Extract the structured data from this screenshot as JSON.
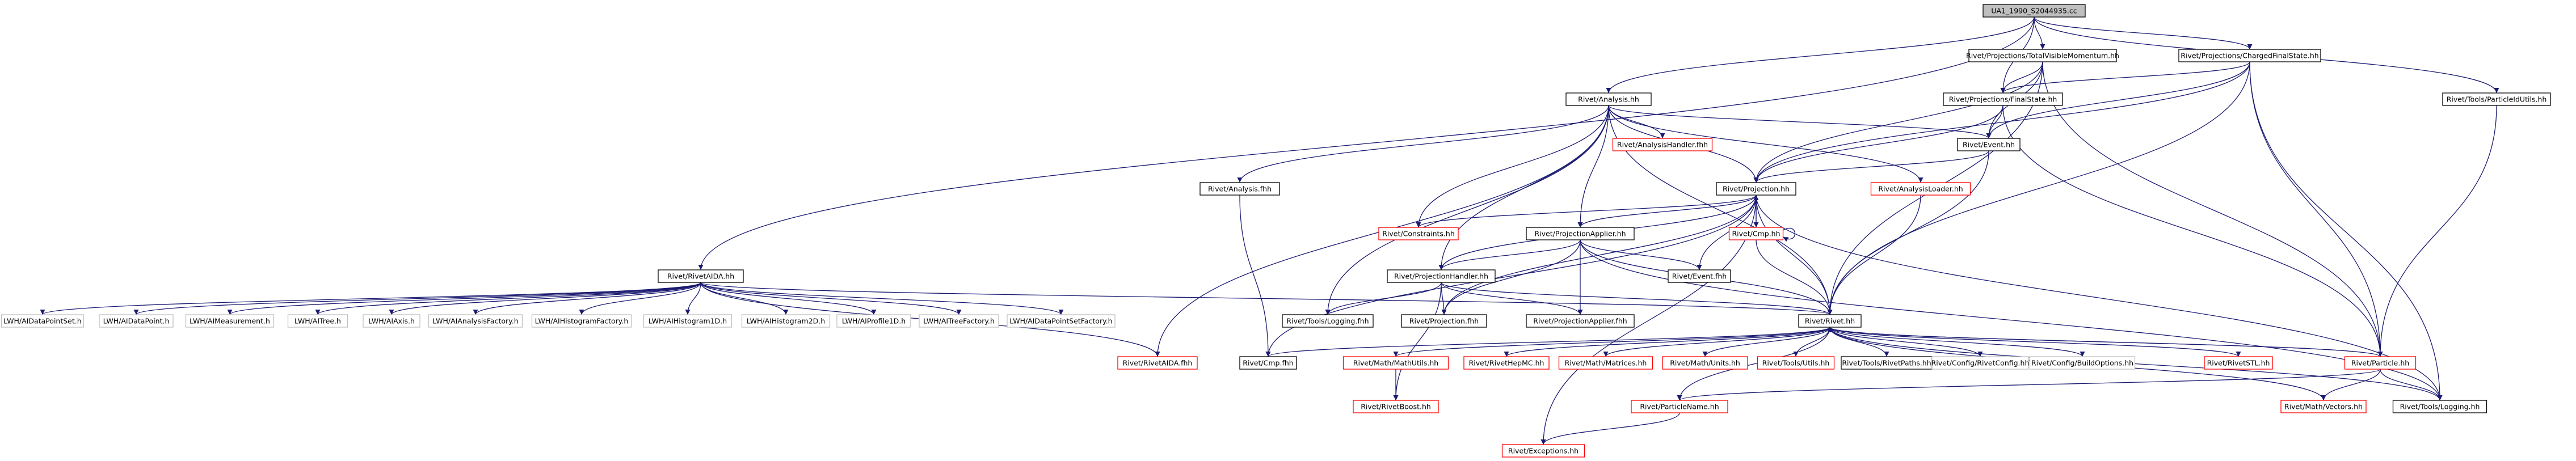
{
  "diagram": {
    "type": "include-dependency-graph",
    "colors": {
      "edge": "#191970",
      "root_fill": "#bfbfbf",
      "documented_border": "#000000",
      "undocumented_border": "#ff0000",
      "external_border": "#bfbfbf"
    },
    "nodes": [
      {
        "id": "root",
        "label": "UA1_1990_S2044935.cc",
        "kind": "root"
      },
      {
        "id": "tvm",
        "label": "Rivet/Projections/TotalVisibleMomentum.hh",
        "kind": "ok"
      },
      {
        "id": "cfs",
        "label": "Rivet/Projections/ChargedFinalState.hh",
        "kind": "ok"
      },
      {
        "id": "analysis",
        "label": "Rivet/Analysis.hh",
        "kind": "ok"
      },
      {
        "id": "fs",
        "label": "Rivet/Projections/FinalState.hh",
        "kind": "ok"
      },
      {
        "id": "pidutils",
        "label": "Rivet/Tools/ParticleIdUtils.hh",
        "kind": "ok"
      },
      {
        "id": "ahandler",
        "label": "Rivet/AnalysisHandler.fhh",
        "kind": "bad"
      },
      {
        "id": "event",
        "label": "Rivet/Event.hh",
        "kind": "ok"
      },
      {
        "id": "afhh",
        "label": "Rivet/Analysis.fhh",
        "kind": "ok"
      },
      {
        "id": "proj",
        "label": "Rivet/Projection.hh",
        "kind": "ok"
      },
      {
        "id": "aloader",
        "label": "Rivet/AnalysisLoader.hh",
        "kind": "bad"
      },
      {
        "id": "constraints",
        "label": "Rivet/Constraints.hh",
        "kind": "bad"
      },
      {
        "id": "papplier",
        "label": "Rivet/ProjectionApplier.hh",
        "kind": "ok"
      },
      {
        "id": "cmphh",
        "label": "Rivet/Cmp.hh",
        "kind": "bad"
      },
      {
        "id": "raida",
        "label": "Rivet/RivetAIDA.hh",
        "kind": "ok"
      },
      {
        "id": "phandler",
        "label": "Rivet/ProjectionHandler.hh",
        "kind": "ok"
      },
      {
        "id": "eventfhh",
        "label": "Rivet/Event.fhh",
        "kind": "ok"
      },
      {
        "id": "logfhh",
        "label": "Rivet/Tools/Logging.fhh",
        "kind": "ok"
      },
      {
        "id": "projfhh",
        "label": "Rivet/Projection.fhh",
        "kind": "ok"
      },
      {
        "id": "pappfhh",
        "label": "Rivet/ProjectionApplier.fhh",
        "kind": "ok"
      },
      {
        "id": "rivethh",
        "label": "Rivet/Rivet.hh",
        "kind": "ok"
      },
      {
        "id": "raidafhh",
        "label": "Rivet/RivetAIDA.fhh",
        "kind": "bad"
      },
      {
        "id": "cmpfhh",
        "label": "Rivet/Cmp.fhh",
        "kind": "ok"
      },
      {
        "id": "mathutils",
        "label": "Rivet/Math/MathUtils.hh",
        "kind": "bad"
      },
      {
        "id": "hepmc",
        "label": "Rivet/RivetHepMC.hh",
        "kind": "bad"
      },
      {
        "id": "matrices",
        "label": "Rivet/Math/Matrices.hh",
        "kind": "bad"
      },
      {
        "id": "units",
        "label": "Rivet/Math/Units.hh",
        "kind": "bad"
      },
      {
        "id": "utils",
        "label": "Rivet/Tools/Utils.hh",
        "kind": "bad"
      },
      {
        "id": "paths",
        "label": "Rivet/Tools/RivetPaths.hh",
        "kind": "ok"
      },
      {
        "id": "rconfig",
        "label": "Rivet/Config/RivetConfig.hh",
        "kind": "ext"
      },
      {
        "id": "boptions",
        "label": "Rivet/Config/BuildOptions.hh",
        "kind": "ext"
      },
      {
        "id": "rstl",
        "label": "Rivet/RivetSTL.hh",
        "kind": "bad"
      },
      {
        "id": "particle",
        "label": "Rivet/Particle.hh",
        "kind": "bad"
      },
      {
        "id": "rboost",
        "label": "Rivet/RivetBoost.hh",
        "kind": "bad"
      },
      {
        "id": "pname",
        "label": "Rivet/ParticleName.hh",
        "kind": "bad"
      },
      {
        "id": "vectors",
        "label": "Rivet/Math/Vectors.hh",
        "kind": "bad"
      },
      {
        "id": "logging",
        "label": "Rivet/Tools/Logging.hh",
        "kind": "ok"
      },
      {
        "id": "exceptions",
        "label": "Rivet/Exceptions.hh",
        "kind": "bad"
      },
      {
        "id": "lw_dps",
        "label": "LWH/AIDataPointSet.h",
        "kind": "ext"
      },
      {
        "id": "lw_dp",
        "label": "LWH/AIDataPoint.h",
        "kind": "ext"
      },
      {
        "id": "lw_meas",
        "label": "LWH/AIMeasurement.h",
        "kind": "ext"
      },
      {
        "id": "lw_tree",
        "label": "LWH/AITree.h",
        "kind": "ext"
      },
      {
        "id": "lw_axis",
        "label": "LWH/AIAxis.h",
        "kind": "ext"
      },
      {
        "id": "lw_af",
        "label": "LWH/AIAnalysisFactory.h",
        "kind": "ext"
      },
      {
        "id": "lw_hf",
        "label": "LWH/AIHistogramFactory.h",
        "kind": "ext"
      },
      {
        "id": "lw_h1",
        "label": "LWH/AIHistogram1D.h",
        "kind": "ext"
      },
      {
        "id": "lw_h2",
        "label": "LWH/AIHistogram2D.h",
        "kind": "ext"
      },
      {
        "id": "lw_p1",
        "label": "LWH/AIProfile1D.h",
        "kind": "ext"
      },
      {
        "id": "lw_tf",
        "label": "LWH/AITreeFactory.h",
        "kind": "ext"
      },
      {
        "id": "lw_dpsf",
        "label": "LWH/AIDataPointSetFactory.h",
        "kind": "ext"
      }
    ],
    "edges": [
      [
        "root",
        "tvm"
      ],
      [
        "root",
        "cfs"
      ],
      [
        "root",
        "analysis"
      ],
      [
        "root",
        "raida"
      ],
      [
        "root",
        "fs"
      ],
      [
        "root",
        "pidutils"
      ],
      [
        "tvm",
        "fs"
      ],
      [
        "tvm",
        "event"
      ],
      [
        "tvm",
        "proj"
      ],
      [
        "tvm",
        "particle"
      ],
      [
        "tvm",
        "rivethh"
      ],
      [
        "cfs",
        "fs"
      ],
      [
        "cfs",
        "event"
      ],
      [
        "cfs",
        "proj"
      ],
      [
        "cfs",
        "particle"
      ],
      [
        "cfs",
        "rivethh"
      ],
      [
        "cfs",
        "logging"
      ],
      [
        "fs",
        "event"
      ],
      [
        "fs",
        "proj"
      ],
      [
        "fs",
        "particle"
      ],
      [
        "pidutils",
        "particle"
      ],
      [
        "analysis",
        "ahandler"
      ],
      [
        "analysis",
        "event"
      ],
      [
        "analysis",
        "afhh"
      ],
      [
        "analysis",
        "proj"
      ],
      [
        "analysis",
        "aloader"
      ],
      [
        "analysis",
        "constraints"
      ],
      [
        "analysis",
        "papplier"
      ],
      [
        "analysis",
        "phandler"
      ],
      [
        "analysis",
        "logfhh"
      ],
      [
        "analysis",
        "raidafhh"
      ],
      [
        "analysis",
        "rivethh"
      ],
      [
        "event",
        "proj"
      ],
      [
        "event",
        "rivethh"
      ],
      [
        "afhh",
        "cmpfhh"
      ],
      [
        "aloader",
        "rivethh"
      ],
      [
        "proj",
        "constraints"
      ],
      [
        "proj",
        "papplier"
      ],
      [
        "proj",
        "cmphh"
      ],
      [
        "proj",
        "phandler"
      ],
      [
        "proj",
        "eventfhh"
      ],
      [
        "proj",
        "projfhh"
      ],
      [
        "proj",
        "rivethh"
      ],
      [
        "proj",
        "cmpfhh"
      ],
      [
        "proj",
        "logging"
      ],
      [
        "proj",
        "exceptions"
      ],
      [
        "cmphh",
        "proj"
      ],
      [
        "cmphh",
        "cmphh"
      ],
      [
        "cmphh",
        "rivethh"
      ],
      [
        "papplier",
        "phandler"
      ],
      [
        "papplier",
        "projfhh"
      ],
      [
        "papplier",
        "pappfhh"
      ],
      [
        "papplier",
        "eventfhh"
      ],
      [
        "papplier",
        "rivethh"
      ],
      [
        "papplier",
        "logging"
      ],
      [
        "phandler",
        "logfhh"
      ],
      [
        "phandler",
        "projfhh"
      ],
      [
        "phandler",
        "pappfhh"
      ],
      [
        "phandler",
        "rivethh"
      ],
      [
        "phandler",
        "rboost"
      ],
      [
        "raida",
        "lw_dps"
      ],
      [
        "raida",
        "lw_dp"
      ],
      [
        "raida",
        "lw_meas"
      ],
      [
        "raida",
        "lw_tree"
      ],
      [
        "raida",
        "lw_axis"
      ],
      [
        "raida",
        "lw_af"
      ],
      [
        "raida",
        "lw_hf"
      ],
      [
        "raida",
        "lw_h1"
      ],
      [
        "raida",
        "lw_h2"
      ],
      [
        "raida",
        "lw_p1"
      ],
      [
        "raida",
        "lw_tf"
      ],
      [
        "raida",
        "lw_dpsf"
      ],
      [
        "raida",
        "raidafhh"
      ],
      [
        "raida",
        "rivethh"
      ],
      [
        "rivethh",
        "cmpfhh"
      ],
      [
        "rivethh",
        "mathutils"
      ],
      [
        "rivethh",
        "hepmc"
      ],
      [
        "rivethh",
        "matrices"
      ],
      [
        "rivethh",
        "units"
      ],
      [
        "rivethh",
        "utils"
      ],
      [
        "rivethh",
        "paths"
      ],
      [
        "rivethh",
        "rconfig"
      ],
      [
        "rivethh",
        "boptions"
      ],
      [
        "rivethh",
        "rstl"
      ],
      [
        "rivethh",
        "particle"
      ],
      [
        "rivethh",
        "vectors"
      ],
      [
        "rivethh",
        "logging"
      ],
      [
        "rivethh",
        "pname"
      ],
      [
        "mathutils",
        "rboost"
      ],
      [
        "particle",
        "pname"
      ],
      [
        "particle",
        "vectors"
      ],
      [
        "particle",
        "logging"
      ],
      [
        "particle",
        "rivethh"
      ],
      [
        "pname",
        "exceptions"
      ]
    ]
  }
}
